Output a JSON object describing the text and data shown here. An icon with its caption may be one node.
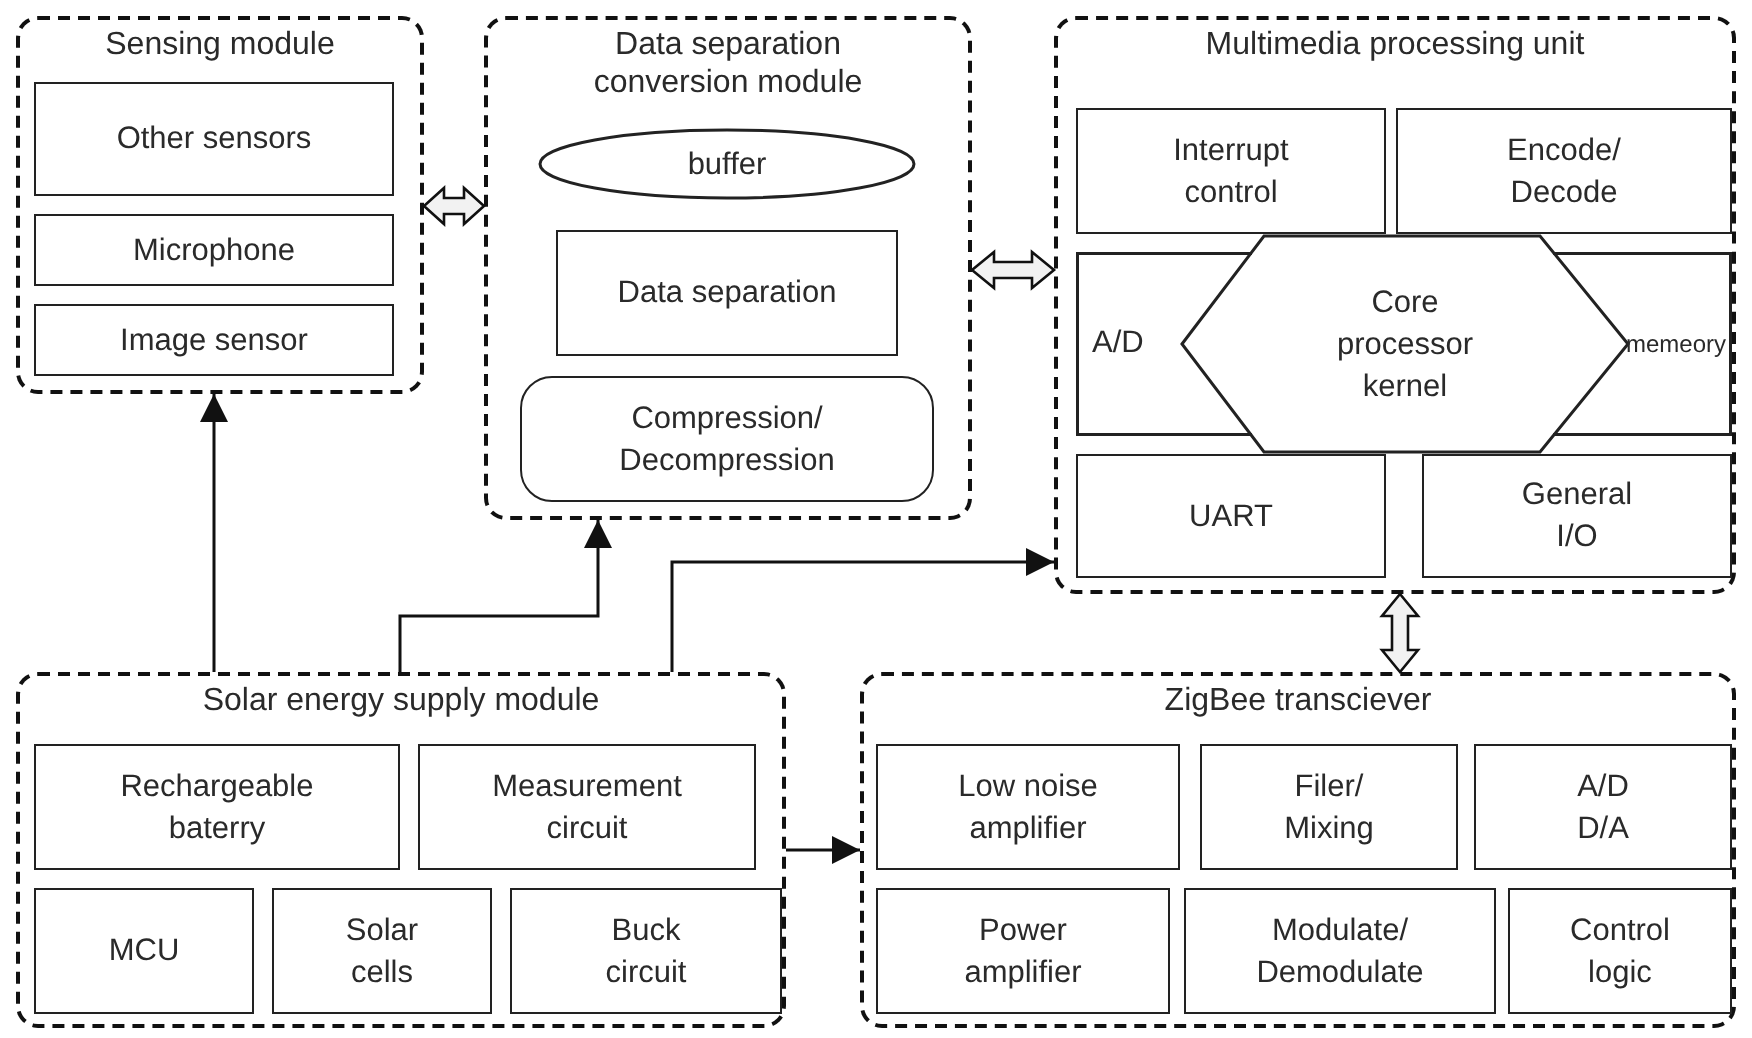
{
  "diagram": {
    "nodes": [
      {
        "text": [
          "Sensing module"
        ]
      },
      {
        "text": [
          "Other sensors"
        ],
        "in": 0
      },
      {
        "text": [
          "Microphone"
        ],
        "in": 0
      },
      {
        "text": [
          "Image sensor"
        ],
        "in": 0
      },
      {
        "text": [
          "Data separation conversion module"
        ]
      },
      {
        "text": [
          "buffer"
        ],
        "in": 4
      },
      {
        "text": [
          "Data separation"
        ],
        "in": 4
      },
      {
        "text": [
          "Compression/ Decompression"
        ],
        "in": 4
      },
      {
        "text": [
          "Multimedia processing unit"
        ]
      },
      {
        "text": [
          "Interrupt control"
        ],
        "in": 8
      },
      {
        "text": [
          "Encode/ Decode"
        ],
        "in": 8
      },
      {
        "text": [
          "A/D",
          "memeory"
        ],
        "in": 8
      },
      {
        "text": [
          "Core processor kernel"
        ],
        "in": 8
      },
      {
        "text": [
          "UART"
        ],
        "in": 8
      },
      {
        "text": [
          "General I/O"
        ],
        "in": 8
      },
      {
        "text": [
          "Solar energy supply module"
        ]
      },
      {
        "text": [
          "Rechargeable baterry"
        ],
        "in": 15
      },
      {
        "text": [
          "Measurement circuit"
        ],
        "in": 15
      },
      {
        "text": [
          "MCU"
        ],
        "in": 15
      },
      {
        "text": [
          "Solar cells"
        ],
        "in": 15
      },
      {
        "text": [
          "Buck circuit"
        ],
        "in": 15
      },
      {
        "text": [
          "ZigBee transciever"
        ]
      },
      {
        "text": [
          "Low noise amplifier"
        ],
        "in": 21
      },
      {
        "text": [
          "Filer/ Mixing"
        ],
        "in": 21
      },
      {
        "text": [
          "A/D D/A"
        ],
        "in": 21
      },
      {
        "text": [
          "Power amplifier"
        ],
        "in": 21
      },
      {
        "text": [
          "Modulate/ Demodulate"
        ],
        "in": 21
      },
      {
        "text": [
          "Control logic"
        ],
        "in": 21
      }
    ],
    "edges": [
      {
        "from": 0,
        "to": 4,
        "arrow": "both",
        "style": "thick"
      },
      {
        "from": 4,
        "to": 8,
        "arrow": "both",
        "style": "thick"
      },
      {
        "from": 8,
        "to": 21,
        "arrow": "both",
        "style": "thick"
      },
      {
        "from": 15,
        "to": 0,
        "arrow": "to"
      },
      {
        "from": 15,
        "to": 4,
        "arrow": "to"
      },
      {
        "from": 15,
        "to": 8,
        "arrow": "to"
      },
      {
        "from": 15,
        "to": 21,
        "arrow": "to"
      }
    ]
  }
}
